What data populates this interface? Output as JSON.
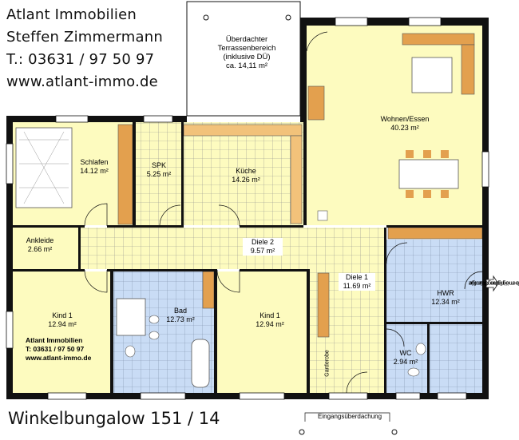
{
  "header": {
    "company": "Atlant Immobilien",
    "person": "Steffen Zimmermann",
    "phone": "T.: 03631 / 97 50 97",
    "website": "www.atlant-immo.de"
  },
  "title": "Winkelbungalow 151 / 14",
  "terrace": {
    "line1": "Überdachter",
    "line2": "Terrassenbereich",
    "line3": "(inklusive DÜ)",
    "line4": "ca. 14,11 m²"
  },
  "rooms": {
    "schlafen": {
      "name": "Schlafen",
      "area": "14.12 m²"
    },
    "spk": {
      "name": "SPK",
      "area": "5.25 m²"
    },
    "kueche": {
      "name": "Küche",
      "area": "14.26 m²"
    },
    "wohnen": {
      "name": "Wohnen/Essen",
      "area": "40.23 m²"
    },
    "ankleide": {
      "name": "Ankleide",
      "area": "2.66 m²"
    },
    "diele2": {
      "name": "Diele 2",
      "area": "9.57 m²"
    },
    "diele1": {
      "name": "Diele 1",
      "area": "11.69 m²"
    },
    "hwr": {
      "name": "HWR",
      "area": "12.34 m²"
    },
    "kind1a": {
      "name": "Kind 1",
      "area": "12.94 m²"
    },
    "bad": {
      "name": "Bad",
      "area": "12.73 m²"
    },
    "kind1b": {
      "name": "Kind 1",
      "area": "12.94 m²"
    },
    "wc": {
      "name": "WC",
      "area": "2.94 m²"
    }
  },
  "contact": {
    "company": "Atlant Immobilien",
    "phone": "T: 03631 / 97 50 97",
    "website": "www.atlant-immo.de"
  },
  "labels": {
    "garderobe": "Garderobe",
    "entrance": "Eingangsüberdachung",
    "side_line1": "Nebeneingangstür für",
    "side_line2": "eine mögliche Garage"
  },
  "colors": {
    "wall": "#111111",
    "floor_room": "#fdfbbf",
    "floor_tile": "#fdfbbf",
    "bath_tile": "#c9dcf5",
    "furniture": "#e3a04e",
    "worktop": "#f2c27a"
  }
}
